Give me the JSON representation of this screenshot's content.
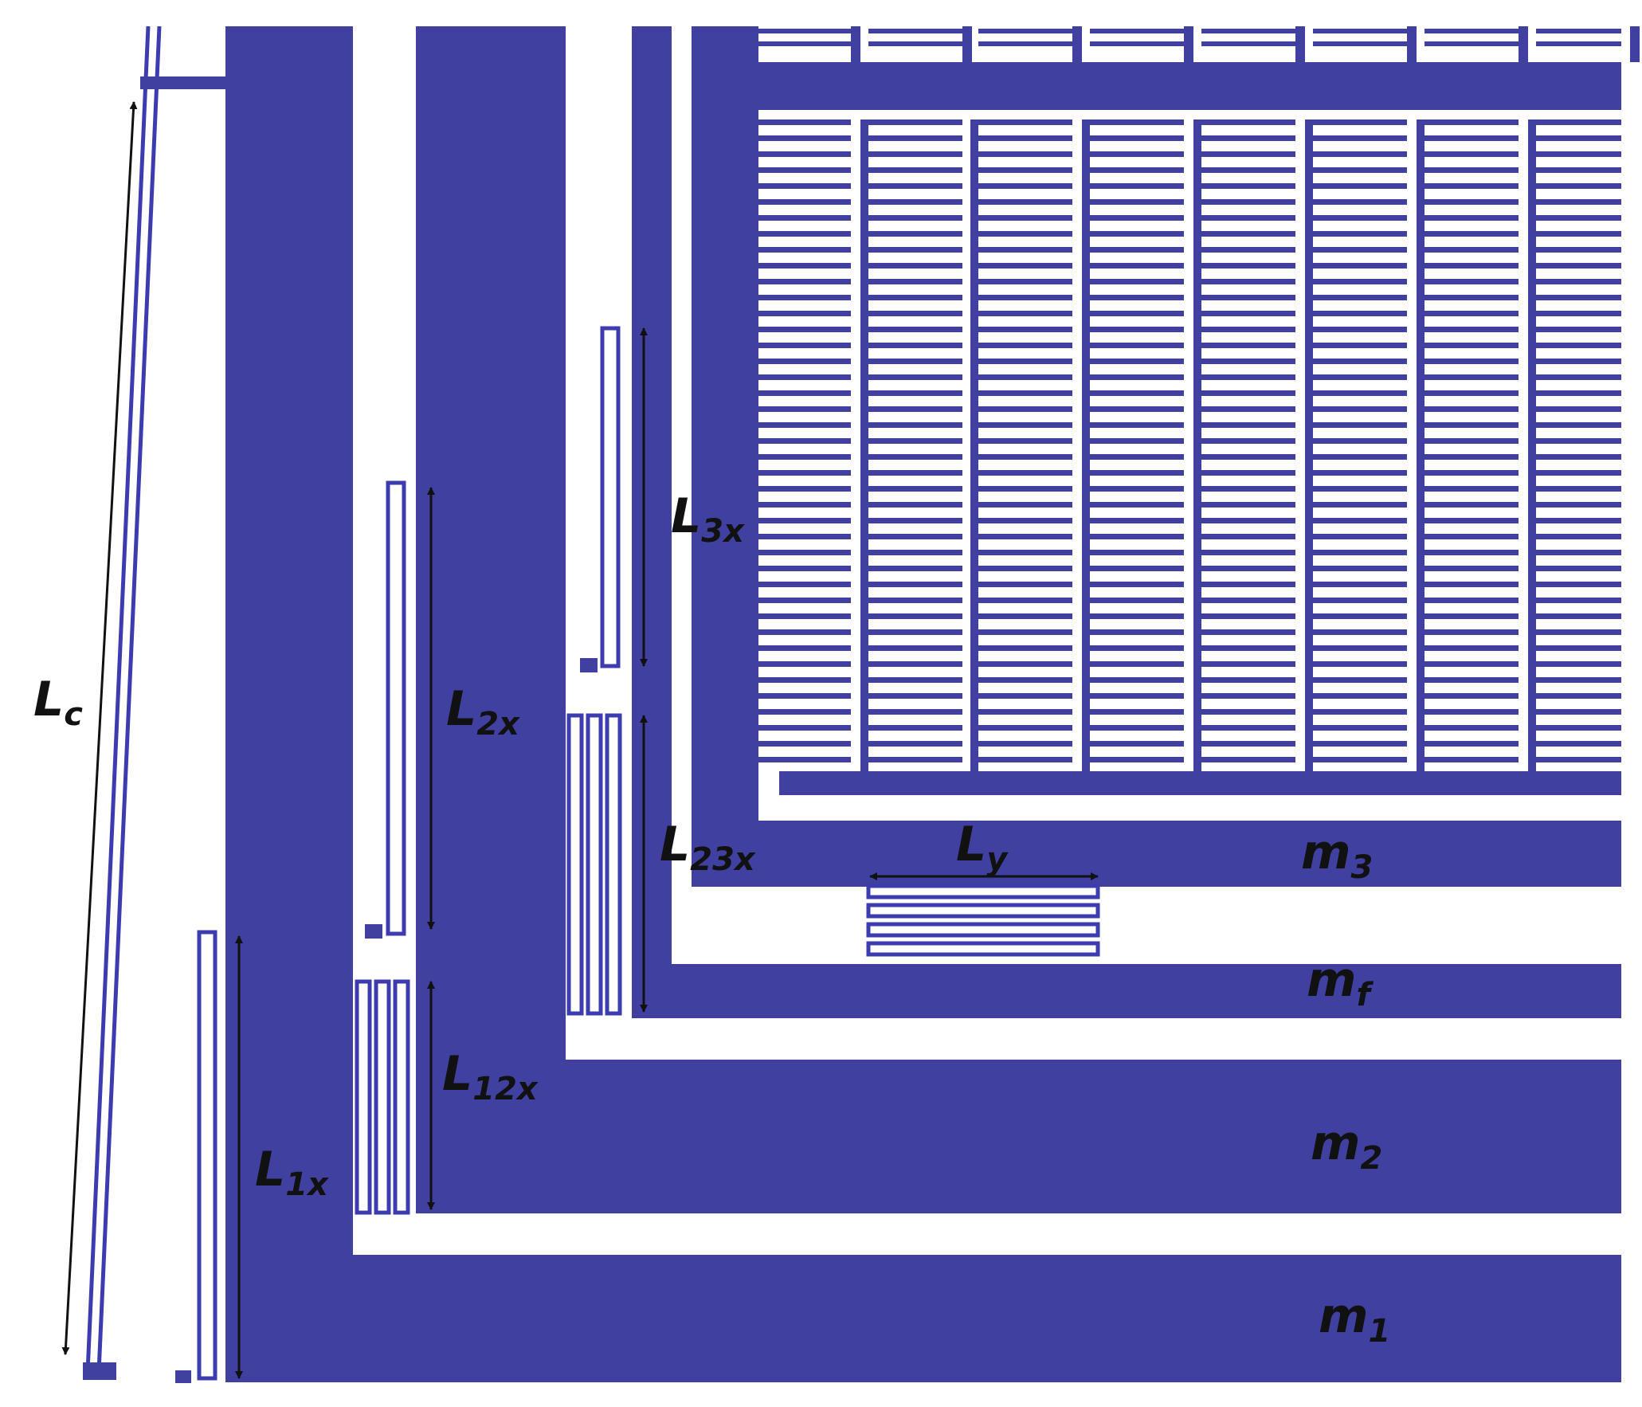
{
  "colors": {
    "metal": "#4040a0",
    "spring": "#3c3cb0",
    "arrow": "#111111",
    "background": "#ffffff"
  },
  "labels": {
    "Lc": {
      "main": "L",
      "sub": "c"
    },
    "L1x": {
      "main": "L",
      "sub": "1x"
    },
    "L12x": {
      "main": "L",
      "sub": "12x"
    },
    "L2x": {
      "main": "L",
      "sub": "2x"
    },
    "L23x": {
      "main": "L",
      "sub": "23x"
    },
    "L3x": {
      "main": "L",
      "sub": "3x"
    },
    "Ly": {
      "main": "L",
      "sub": "y"
    },
    "m1": {
      "main": "m",
      "sub": "1"
    },
    "m2": {
      "main": "m",
      "sub": "2"
    },
    "mf": {
      "main": "m",
      "sub": "f"
    },
    "m3": {
      "main": "m",
      "sub": "3"
    }
  }
}
